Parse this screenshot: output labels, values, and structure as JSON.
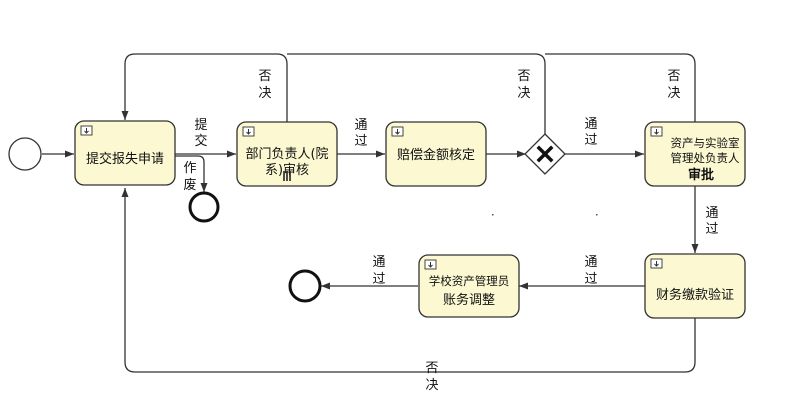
{
  "tasks": {
    "submit": "提交报失申请",
    "dept_review": "部门负责人(院系)审核",
    "dept_line1": "部门负责人(院",
    "dept_line2": "系)审核",
    "compensation": "赔偿金额核定",
    "asset_lab_line1": "资产与实验室",
    "asset_lab_line2": "管理处负责人",
    "asset_lab_line3": "审批",
    "finance": "财务缴款验证",
    "school_line1": "学校资产管理员",
    "school_line2": "账务调整"
  },
  "labels": {
    "reject_1_line1": "否",
    "reject_1_line2": "决",
    "reject_2_line1": "否",
    "reject_2_line2": "决",
    "reject_3_line1": "否",
    "reject_3_line2": "决",
    "reject_4_line1": "否",
    "reject_4_line2": "决",
    "submit_line1": "提",
    "submit_line2": "交",
    "void_line1": "作",
    "void_line2": "废",
    "pass_1_line1": "通",
    "pass_1_line2": "过",
    "pass_2_line1": "通",
    "pass_2_line2": "过",
    "pass_3_line1": "通",
    "pass_3_line2": "过",
    "pass_4_line1": "通",
    "pass_4_line2": "过",
    "pass_5_line1": "通",
    "pass_5_line2": "过"
  },
  "colors": {
    "task_fill": "#fbf8d2",
    "stroke": "#333333"
  },
  "icons": {
    "task_marker": "user-task-icon",
    "gateway": "exclusive-gateway-x-icon"
  }
}
